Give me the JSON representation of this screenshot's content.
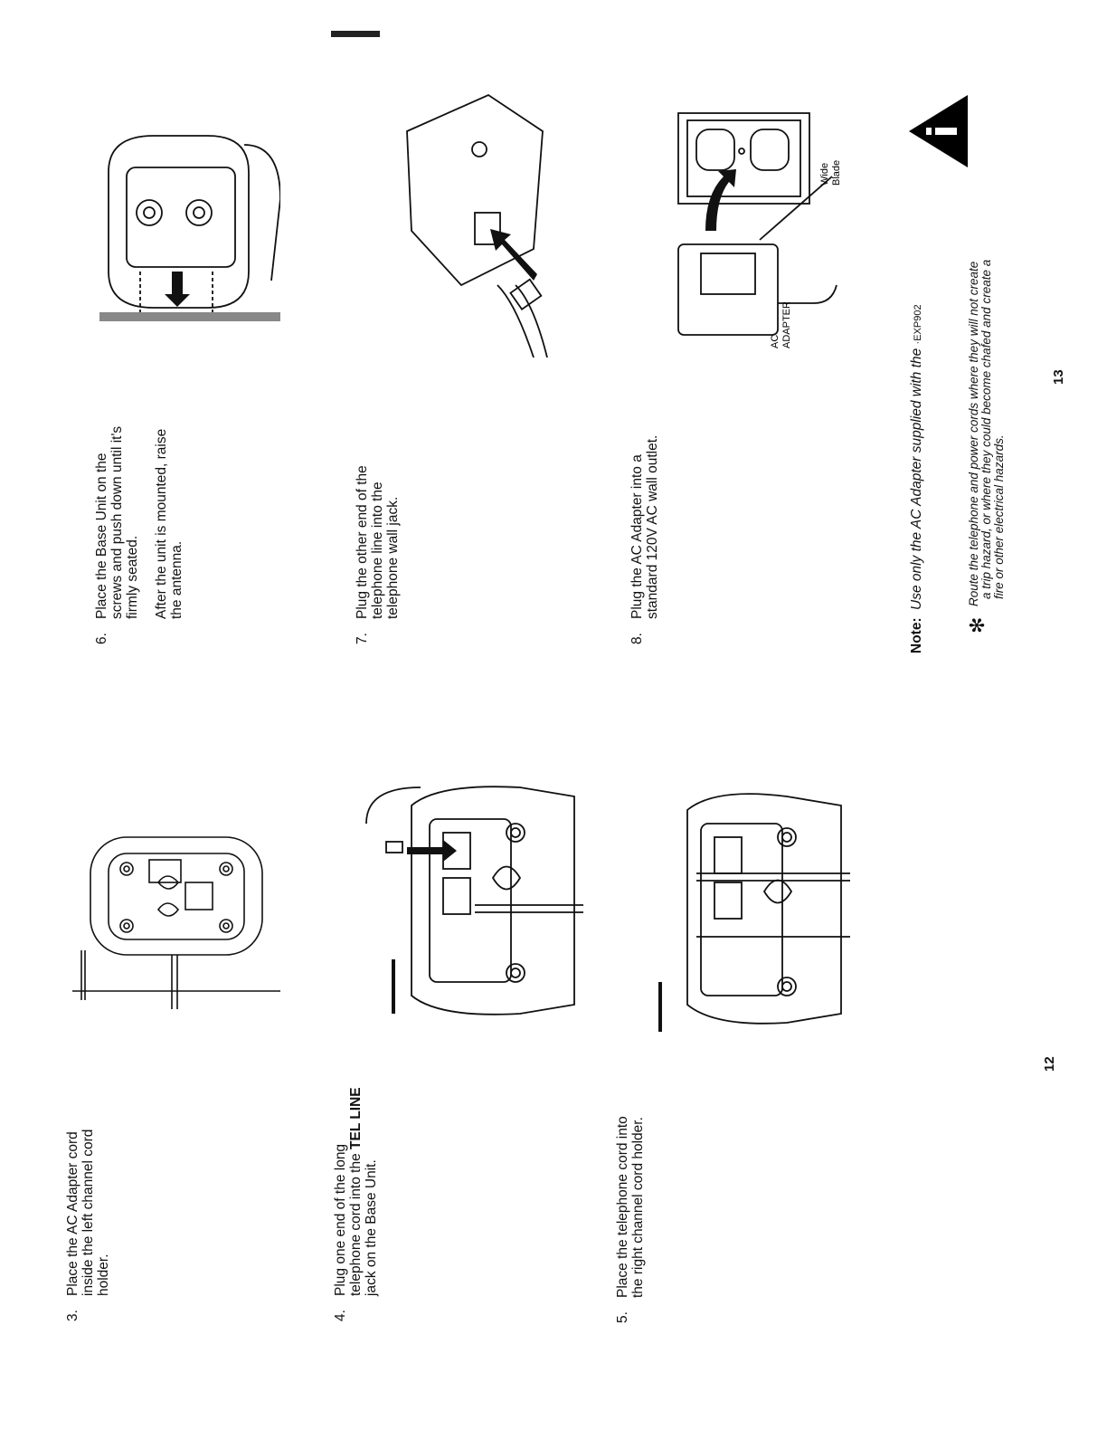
{
  "left_page": {
    "step3": {
      "number": "3.",
      "lines": [
        "Place the AC Adapter cord",
        "inside the left channel cord",
        "holder."
      ]
    },
    "step4": {
      "number": "4.",
      "line1": "Plug one end of the long",
      "line2_pre": "telephone cord into the ",
      "line2_bold": "TEL LINE",
      "line3": "jack on the Base Unit."
    },
    "step5": {
      "number": "5.",
      "lines": [
        "Place the telephone cord into",
        "the right channel cord holder."
      ]
    },
    "page_number": "12"
  },
  "right_page": {
    "step6": {
      "number": "6.",
      "lines": [
        "Place the Base Unit on the",
        "screws and push down until it's",
        "firmly seated."
      ],
      "sub_lines": [
        "After the unit is mounted, raise",
        "the antenna."
      ]
    },
    "step7": {
      "number": "7.",
      "lines": [
        "Plug the other end of the",
        "telephone line into the",
        "telephone wall jack."
      ]
    },
    "step8": {
      "number": "8.",
      "lines": [
        "Plug the AC Adapter into a",
        "standard 120V AC wall outlet."
      ]
    },
    "figure_labels": {
      "ac": "AC",
      "adapter": "ADAPTER",
      "wide": "Wide",
      "blade": "Blade"
    },
    "note": {
      "label": "Note:",
      "text": "Use only the AC Adapter supplied with the ",
      "model": "EXP902"
    },
    "hazard": {
      "lines": [
        "Route the telephone and power cords where they will not create",
        "a trip hazard, or where they could become chafed and create a",
        "fire or other electrical hazards."
      ]
    },
    "page_number": "13"
  }
}
